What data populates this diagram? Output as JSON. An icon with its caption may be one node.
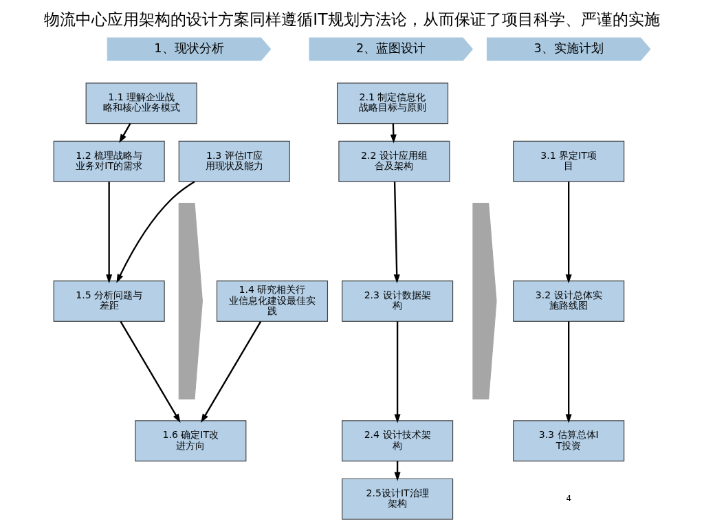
{
  "diagram": {
    "title": "物流中心应用架构的设计方案同样遵循IT规划方法论，从而保证了项目科学、严谨的实施",
    "nodes": [
      {
        "text": [
          "1、现状分析"
        ]
      },
      {
        "text": [
          "2、蓝图设计"
        ]
      },
      {
        "text": [
          "3、实施计划"
        ]
      },
      {
        "text": [
          "1.1 理解企业战略和核心业务模式"
        ]
      },
      {
        "text": [
          "1.2 梳理战略与业务对IT的需求"
        ]
      },
      {
        "text": [
          "1.3 评估IT应用现状及能力"
        ]
      },
      {
        "text": [
          "1.4 研究相关行业信息化建设最佳实践"
        ]
      },
      {
        "text": [
          "1.5 分析问题与差距"
        ]
      },
      {
        "text": [
          "1.6 确定IT改进方向"
        ]
      },
      {
        "text": [],
        "shape": "chevron"
      },
      {
        "text": [
          "2.1 制定信息化战略目标与原则"
        ]
      },
      {
        "text": [
          "2.2 设计应用组合及架构"
        ]
      },
      {
        "text": [
          "2.3 设计数据架构"
        ]
      },
      {
        "text": [
          "2.4 设计技术架构"
        ]
      },
      {
        "text": [
          "2.5设计IT治理架构"
        ]
      },
      {
        "text": [],
        "shape": "chevron"
      },
      {
        "text": [
          "3.1 界定IT项目"
        ]
      },
      {
        "text": [
          "3.2 设计总体实施路线图"
        ]
      },
      {
        "text": [
          "3.3 估算总体IT投资"
        ]
      }
    ],
    "edges": [
      {
        "from": 3,
        "to": 4,
        "arrow": "to"
      },
      {
        "from": 4,
        "to": 7,
        "arrow": "to"
      },
      {
        "from": 5,
        "to": 7,
        "arrow": "to"
      },
      {
        "from": 7,
        "to": 8,
        "arrow": "to"
      },
      {
        "from": 6,
        "to": 8,
        "arrow": "to"
      },
      {
        "from": 10,
        "to": 11,
        "arrow": "to"
      },
      {
        "from": 11,
        "to": 12,
        "arrow": "to"
      },
      {
        "from": 12,
        "to": 13,
        "arrow": "to"
      },
      {
        "from": 13,
        "to": 14,
        "arrow": "to"
      },
      {
        "from": 16,
        "to": 17,
        "arrow": "to"
      },
      {
        "from": 17,
        "to": 18,
        "arrow": "to"
      }
    ],
    "labels": [
      "4"
    ]
  }
}
